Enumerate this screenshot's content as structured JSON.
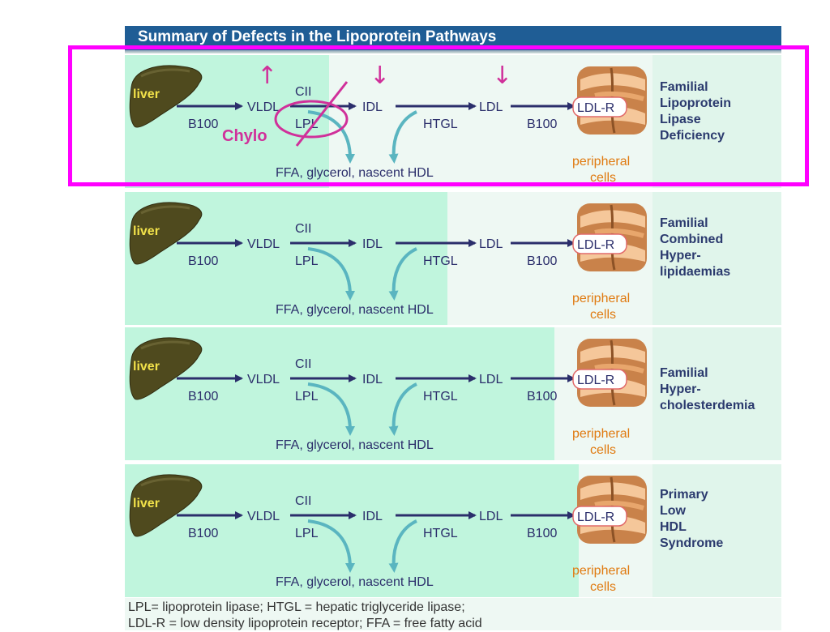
{
  "title": "Summary of Defects in the Lipoprotein Pathways",
  "labels": {
    "liver": "liver",
    "vldl": "VLDL",
    "idl": "IDL",
    "ldl": "LDL",
    "ldlr": "LDL-R",
    "cii": "CII",
    "lpl": "LPL",
    "htgl": "HTGL",
    "b100_left": "B100",
    "b100_right": "B100",
    "products": "FFA, glycerol, nascent HDL",
    "peripheral": "peripheral",
    "cells": "cells"
  },
  "panels": [
    {
      "name_lines": [
        "Familial",
        "Lipoprotein",
        "Lipase",
        "Deficiency"
      ],
      "shaded": "until-idl"
    },
    {
      "name_lines": [
        "Familial",
        "Combined",
        "Hyper-",
        "lipidaemias"
      ],
      "shaded": "until-htgl"
    },
    {
      "name_lines": [
        "Familial",
        "Hyper-",
        "cholesterdemia"
      ],
      "shaded": "until-ldlr"
    },
    {
      "name_lines": [
        "Primary",
        "Low",
        "HDL",
        "Syndrome"
      ],
      "shaded": "all"
    }
  ],
  "annotation": {
    "chylo": "Chylo",
    "up_arrow": "↑",
    "down_arrow_1": "↓",
    "down_arrow_2": "↓"
  },
  "legend_lines": [
    "LPL= lipoprotein lipase;  HTGL = hepatic triglyceride lipase;",
    "LDL-R = low density lipoprotein receptor;  FFA = free fatty acid"
  ],
  "colors": {
    "title_bg": "#1f5d95",
    "shade": "#c0f5dd",
    "light_bg": "#eef8f3",
    "arrow_dark": "#2b2e6b",
    "arrow_teal": "#5ab5c0",
    "liver": "#4f4a1e",
    "liver_text": "#f2e24a",
    "cells_text": "#e07a10",
    "annotation": "#d0309a",
    "highlight": "#ff00ff"
  }
}
